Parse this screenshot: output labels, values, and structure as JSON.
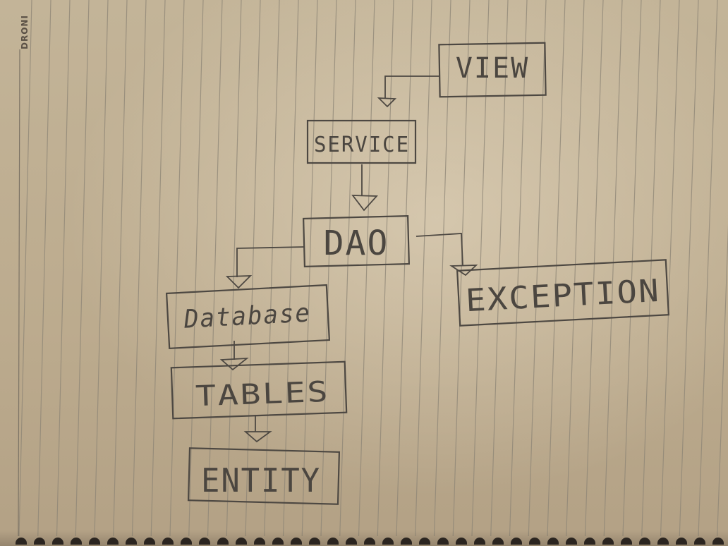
{
  "brand_text": "DRONI",
  "nodes": {
    "view": "VIEW",
    "service": "SERVICE",
    "dao": "DAO",
    "exception": "EXCEPTION",
    "database": "Database",
    "tables": "TABLES",
    "entity": "ENTITY"
  },
  "edges": [
    {
      "from": "view",
      "to": "service"
    },
    {
      "from": "service",
      "to": "dao"
    },
    {
      "from": "dao",
      "to": "database"
    },
    {
      "from": "dao",
      "to": "exception"
    },
    {
      "from": "database",
      "to": "tables"
    },
    {
      "from": "tables",
      "to": "entity"
    }
  ],
  "colors": {
    "paper": "#bfae91",
    "rule_line": "#8d8576",
    "ink": "#4d4842"
  }
}
